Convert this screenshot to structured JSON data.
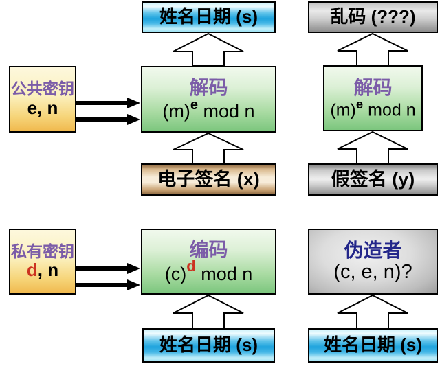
{
  "colors": {
    "background": "#ffffff",
    "box_border": "#000000",
    "cyan_mid": "#1ea3dd",
    "cyan_light": "#cff3fb",
    "green_light": "#f1f9ed",
    "green_dark": "#7cc67e",
    "yellow_light": "#fdf8dd",
    "yellow_dark": "#f0b94e",
    "tan_dark": "#8f6a42",
    "tan_light": "#f7ecd9",
    "gray_light": "#efefef",
    "gray_dark": "#8d8d8d",
    "purple_text": "#7b5ca8",
    "navy_text": "#23268a",
    "red_text": "#cc3220",
    "black_text": "#000000"
  },
  "left_column": {
    "public_key": {
      "title": "公共密钥",
      "value": "e, n"
    },
    "private_key": {
      "title": "私有密钥",
      "value_d": "d",
      "value_rest": ", n"
    }
  },
  "center_column": {
    "top_box": "姓名日期 (s)",
    "decode": {
      "title": "解码",
      "formula_base": "(m)",
      "formula_sup": "e",
      "formula_rest": " mod n"
    },
    "signature_box": "电子签名 (x)",
    "encode": {
      "title": "编码",
      "formula_base": "(c)",
      "formula_sup": "d",
      "formula_rest": " mod n"
    },
    "bottom_box": "姓名日期 (s)"
  },
  "right_column": {
    "top_box": "乱码 (???)",
    "decode": {
      "title": "解码",
      "formula_base": "(m)",
      "formula_sup": "e",
      "formula_rest": " mod n"
    },
    "fake_signature_box": "假签名 (y)",
    "forger": {
      "title": "伪造者",
      "value": "(c, e, n)?"
    },
    "bottom_box": "姓名日期 (s)"
  }
}
